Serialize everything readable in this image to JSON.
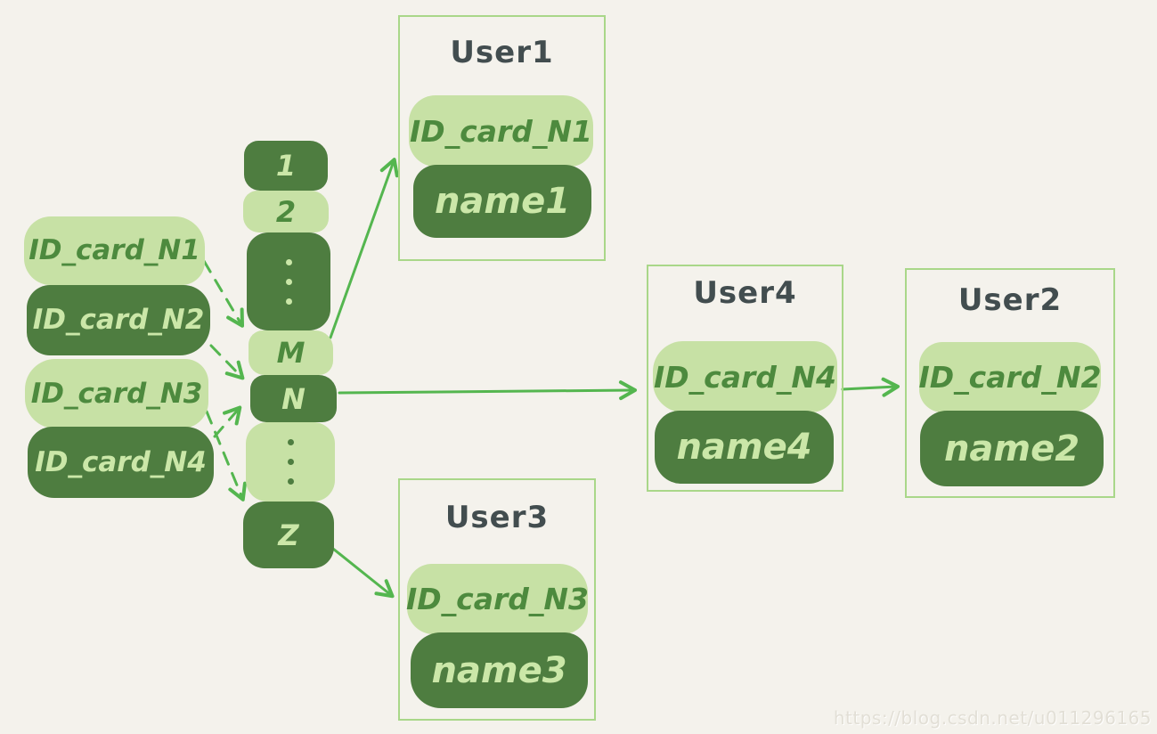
{
  "canvas": {
    "background": "#f4f2ec"
  },
  "colors": {
    "pill_light_bg": "#c7e1a5",
    "pill_dark_bg": "#4e7d40",
    "text_on_light": "#4d8a3e",
    "text_on_dark": "#cbe7a8",
    "user_box_border": "#a9d789",
    "arrow_green": "#54b64f",
    "title_text": "#424d4f"
  },
  "id_cards": [
    {
      "label": "ID_card_N1",
      "variant": "light"
    },
    {
      "label": "ID_card_N2",
      "variant": "dark"
    },
    {
      "label": "ID_card_N3",
      "variant": "light"
    },
    {
      "label": "ID_card_N4",
      "variant": "dark"
    }
  ],
  "hash_buckets": [
    {
      "label": "1",
      "variant": "dark"
    },
    {
      "label": "2",
      "variant": "light"
    },
    {
      "label": "⋮",
      "variant": "dark",
      "type": "ellipsis"
    },
    {
      "label": "M",
      "variant": "light"
    },
    {
      "label": "N",
      "variant": "dark"
    },
    {
      "label": "⋮",
      "variant": "light",
      "type": "ellipsis"
    },
    {
      "label": "Z",
      "variant": "dark"
    }
  ],
  "users": [
    {
      "title": "User1",
      "id_card": "ID_card_N1",
      "name": "name1"
    },
    {
      "title": "User4",
      "id_card": "ID_card_N4",
      "name": "name4"
    },
    {
      "title": "User2",
      "id_card": "ID_card_N2",
      "name": "name2"
    },
    {
      "title": "User3",
      "id_card": "ID_card_N3",
      "name": "name3"
    }
  ],
  "edges": {
    "dashed": [
      {
        "from": "ID_card_N1",
        "to": "bucket-M"
      },
      {
        "from": "ID_card_N2",
        "to": "bucket-N"
      },
      {
        "from": "ID_card_N3",
        "to": "bucket-Z"
      },
      {
        "from": "ID_card_N4",
        "to": "bucket-N"
      }
    ],
    "solid": [
      {
        "from": "bucket-M",
        "to": "User1"
      },
      {
        "from": "bucket-N",
        "to": "User4"
      },
      {
        "from": "bucket-Z",
        "to": "User3"
      },
      {
        "from": "User4",
        "to": "User2"
      }
    ]
  },
  "watermark": "https://blog.csdn.net/u011296165"
}
